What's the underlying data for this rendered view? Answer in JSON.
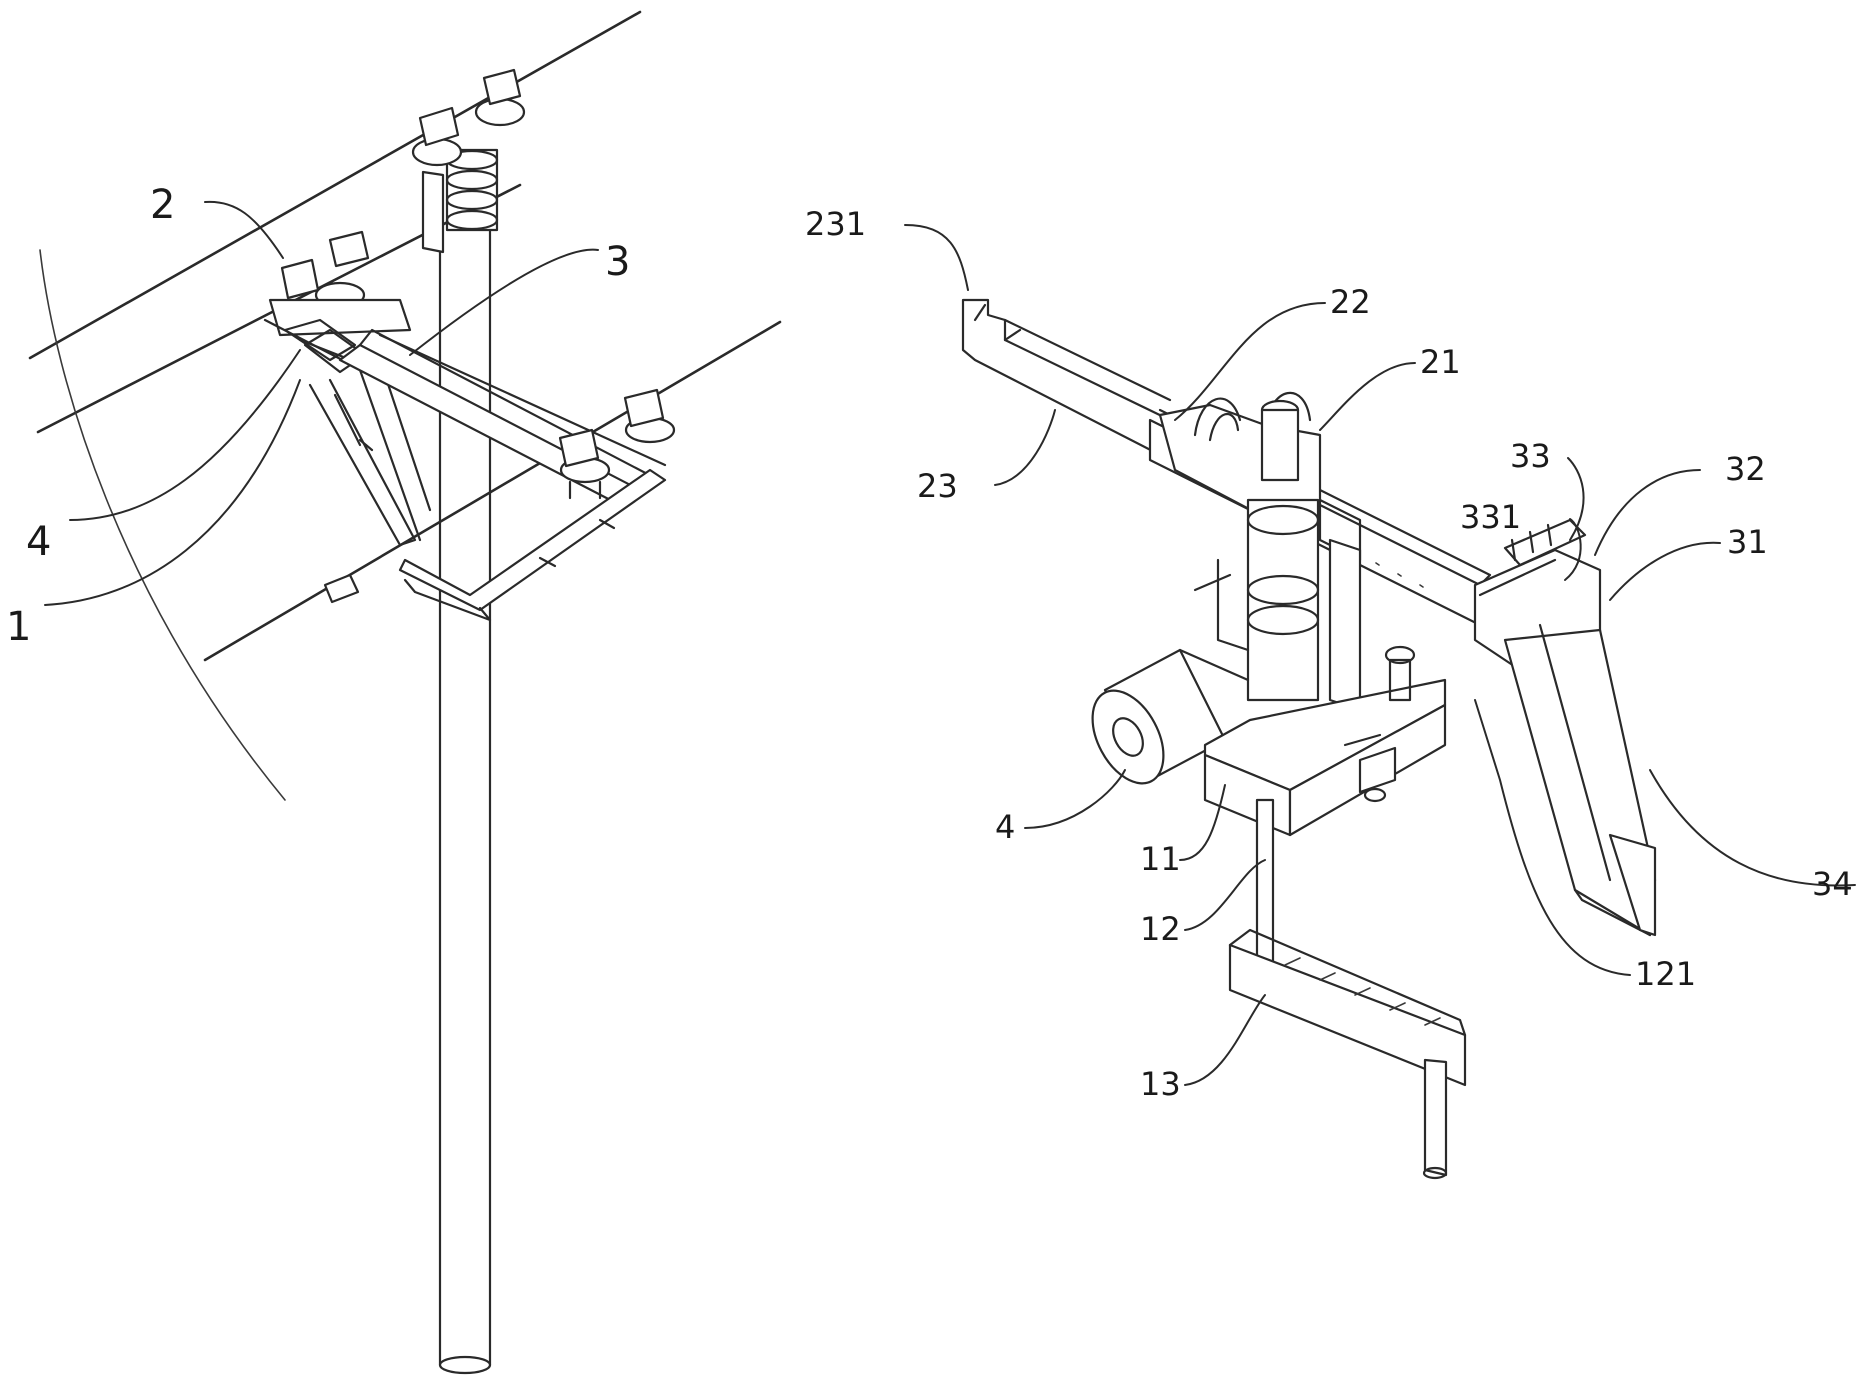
{
  "labels": {
    "l2": "2",
    "l3": "3",
    "l4a": "4",
    "l1": "1",
    "l231": "231",
    "l22": "22",
    "l21": "21",
    "l23": "23",
    "l33": "33",
    "l32": "32",
    "l331": "331",
    "l31": "31",
    "l4b": "4",
    "l11": "11",
    "l12": "12",
    "l34": "34",
    "l121": "121",
    "l13": "13"
  }
}
